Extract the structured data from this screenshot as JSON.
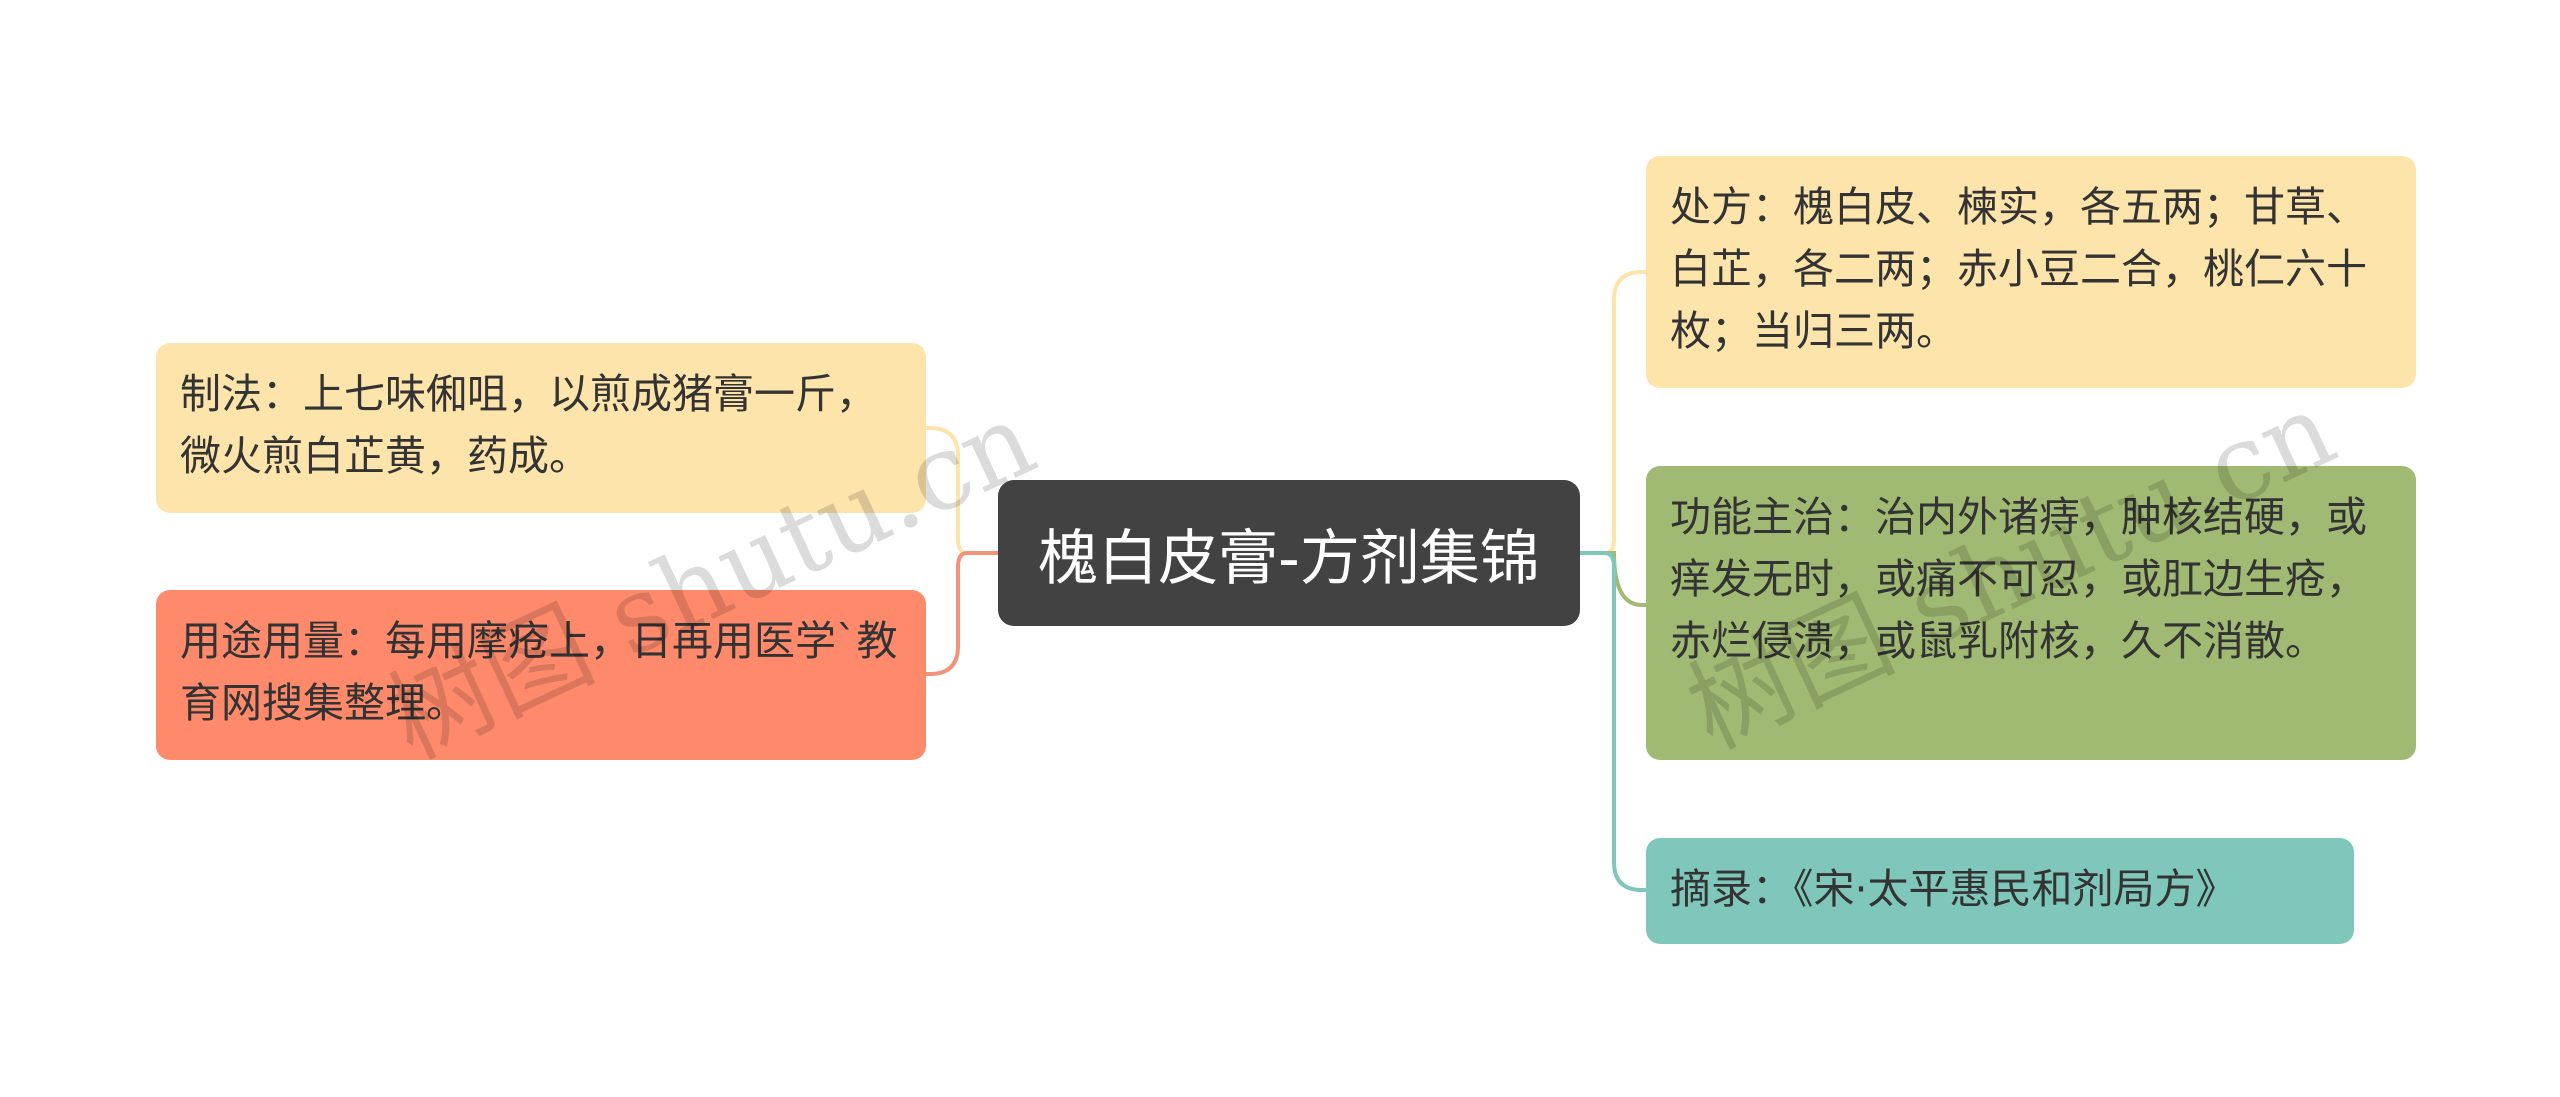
{
  "center": {
    "label": "槐白皮膏-方剂集锦"
  },
  "left_nodes": [
    {
      "text": "制法：上七味俰咀，以煎成猪膏一斤，微火煎白芷黄，药成。",
      "color": "#FDE4AA"
    },
    {
      "text": "用途用量：每用摩疮上，日再用医学`教育网搜集整理。",
      "color": "#FE8A6B"
    }
  ],
  "right_nodes": [
    {
      "text": "处方：槐白皮、楝实，各五两；甘草、白芷，各二两；赤小豆二合，桃仁六十枚；当归三两。",
      "color": "#FDE4AA"
    },
    {
      "text": "功能主治：治内外诸痔，肿核结硬，或痒发无时，或痛不可忍，或肛边生疮，赤烂侵溃，或鼠乳附核，久不消散。",
      "color": "#A1BA73"
    },
    {
      "text": "摘录：《宋·太平惠民和剂局方》",
      "color": "#7FC7BB"
    }
  ],
  "connector_colors": {
    "left_top": "#FDE4AA",
    "left_bottom": "#F3947A",
    "right_top": "#FDE4AA",
    "right_middle": "#A1BA73",
    "right_bottom": "#7FC7BB"
  },
  "watermarks": [
    "树图 shutu.cn",
    "树图 shutu.cn"
  ]
}
